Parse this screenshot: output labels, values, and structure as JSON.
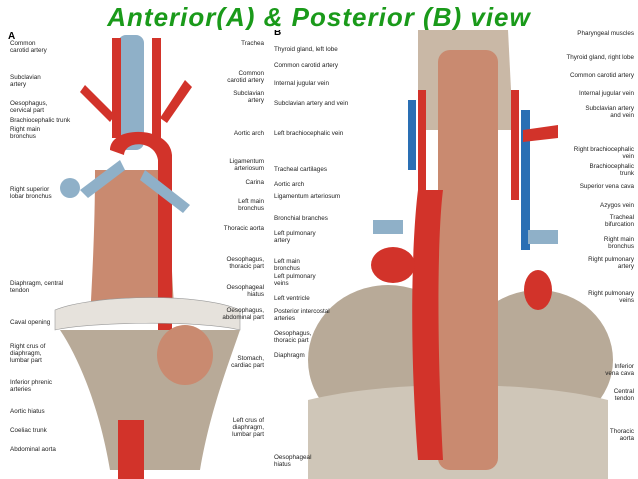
{
  "title": "Anterior(A) & Posterior (B) view",
  "panel_a": {
    "letter": "A",
    "labels_left": [
      "Common\ncarotid artery",
      "Subclavian\nartery",
      "Oesophagus,\ncervical part",
      "Brachiocephalic trunk",
      "Right main\nbronchus",
      "Right superior\nlobar bronchus",
      "Diaphragm, central\ntendon",
      "Caval opening",
      "Right crus of\ndiaphragm,\nlumbar part",
      "Inferior phrenic\narteries",
      "Aortic hiatus",
      "Coeliac trunk",
      "Abdominal aorta"
    ],
    "labels_right": [
      "Trachea",
      "Common\ncarotid artery",
      "Subclavian\nartery",
      "Aortic arch",
      "Ligamentum\narteriosum",
      "Carina",
      "Left main\nbronchus",
      "Thoracic aorta",
      "Oesophagus,\nthoracic part",
      "Oesophageal\nhiatus",
      "Oesophagus,\nabdominal part",
      "Stomach,\ncardiac part",
      "Left crus of\ndiaphragm,\nlumbar part"
    ]
  },
  "panel_b": {
    "letter": "B",
    "labels_left": [
      "Thyroid gland, left lobe",
      "Common carotid artery",
      "Internal jugular vein",
      "Subclavian artery and vein",
      "Left brachiocephalic vein",
      "Tracheal cartilages",
      "Aortic arch",
      "Ligamentum arteriosum",
      "Bronchial branches",
      "Left pulmonary\nartery",
      "Left main\nbronchus",
      "Left pulmonary\nveins",
      "Left ventricle",
      "Posterior intercostal\narteries",
      "Oesophagus,\nthoracic part",
      "Diaphragm",
      "Oesophageal\nhiatus"
    ],
    "labels_right": [
      "Pharyngeal muscles",
      "Thyroid gland, right lobe",
      "Common carotid artery",
      "Internal jugular vein",
      "Subclavian artery\nand vein",
      "Right brachiocephalic\nvein",
      "Brachiocephalic\ntrunk",
      "Superior vena cava",
      "Azygos vein",
      "Tracheal\nbifurcation",
      "Right main\nbronchus",
      "Right pulmonary\nartery",
      "Right pulmonary\nveins",
      "Inferior\nvena cava",
      "Central\ntendon",
      "Thoracic\naorta"
    ]
  },
  "colors": {
    "title": "#1a9a1a",
    "artery": "#d2332a",
    "vein": "#2a6fb4",
    "muscle": "#c98a70",
    "trachea": "#8fb0c8",
    "tissue": "#b8aa98"
  }
}
